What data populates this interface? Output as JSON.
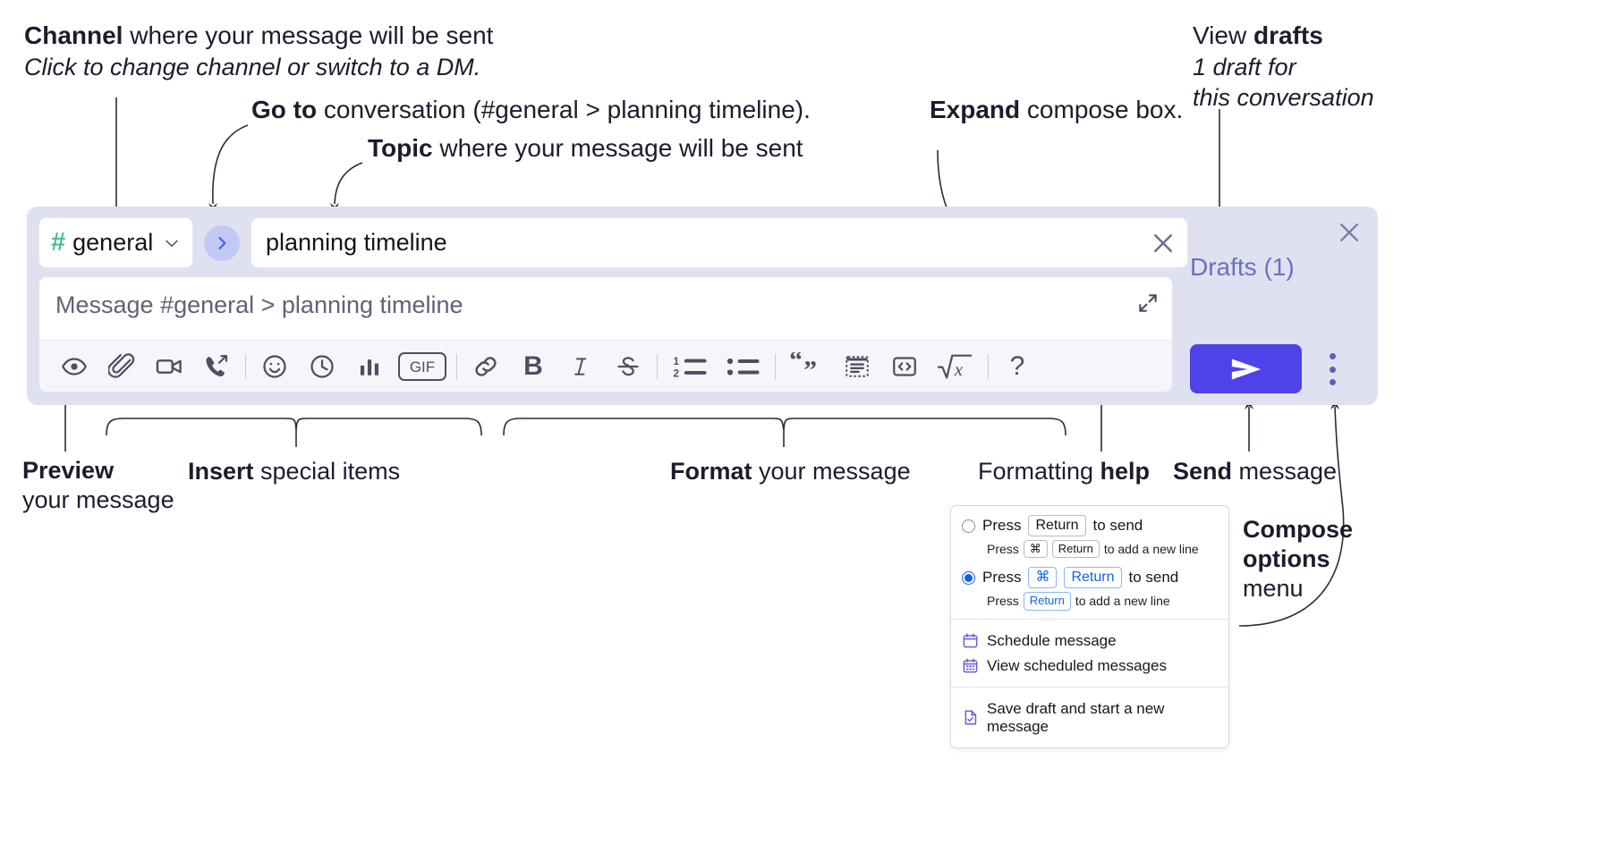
{
  "annotations": {
    "channel": {
      "bold": "Channel",
      "rest": " where your message will be sent",
      "italic": "Click to change channel or switch to a DM."
    },
    "goto": {
      "bold": "Go to",
      "rest": " conversation (#general > planning timeline)."
    },
    "topic": {
      "bold": "Topic",
      "rest": " where your message will be sent"
    },
    "expand": {
      "bold": "Expand",
      "rest": " compose box."
    },
    "drafts": {
      "pre": "View ",
      "bold": "drafts",
      "italic1": "1 draft for",
      "italic2": "this conversation"
    },
    "preview": {
      "bold": "Preview",
      "rest": "your message"
    },
    "insert": {
      "bold": "Insert",
      "rest": " special items"
    },
    "format": {
      "bold": "Format",
      "rest": " your message"
    },
    "formatting_help": {
      "pre": "Formatting ",
      "bold": "help"
    },
    "send": {
      "bold": "Send",
      "rest": " message"
    },
    "compose_options": {
      "bold1": "Compose",
      "bold2": "options",
      "rest": "menu"
    }
  },
  "compose": {
    "channel": {
      "hash": "#",
      "name": "general",
      "chevron_icon": "chevron-down-icon"
    },
    "goto_icon": "chevron-right-icon",
    "topic": {
      "value": "planning timeline",
      "clear_icon": "close-icon"
    },
    "message": {
      "placeholder": "Message #general > planning timeline",
      "value": ""
    },
    "expand_icon": "expand-icon",
    "panel_close_icon": "close-icon",
    "drafts_link": "Drafts (1)",
    "send_icon": "send-paper-plane-icon",
    "options_icon": "vertical-dots-icon",
    "toolbar": [
      {
        "name": "preview-message",
        "icon": "eye-icon",
        "label": ""
      },
      {
        "name": "attach-file",
        "icon": "paperclip-icon",
        "label": ""
      },
      {
        "name": "record-video-clip",
        "icon": "video-camera-icon",
        "label": ""
      },
      {
        "name": "record-audio-clip",
        "icon": "phone-forward-icon",
        "label": ""
      },
      {
        "name": "separator-1",
        "icon": "separator",
        "label": ""
      },
      {
        "name": "emoji",
        "icon": "smiley-icon",
        "label": ""
      },
      {
        "name": "schedule-reminder",
        "icon": "clock-icon",
        "label": ""
      },
      {
        "name": "create-poll",
        "icon": "bar-chart-icon",
        "label": ""
      },
      {
        "name": "insert-gif",
        "icon": "gif-icon",
        "label": "GIF"
      },
      {
        "name": "separator-2",
        "icon": "separator",
        "label": ""
      },
      {
        "name": "insert-link",
        "icon": "link-icon",
        "label": ""
      },
      {
        "name": "bold",
        "icon": "bold-icon",
        "label": "B"
      },
      {
        "name": "italic",
        "icon": "italic-icon",
        "label": "I"
      },
      {
        "name": "strikethrough",
        "icon": "strikethrough-icon",
        "label": ""
      },
      {
        "name": "separator-3",
        "icon": "separator",
        "label": ""
      },
      {
        "name": "ordered-list",
        "icon": "ordered-list-icon",
        "label": ""
      },
      {
        "name": "bulleted-list",
        "icon": "bulleted-list-icon",
        "label": ""
      },
      {
        "name": "separator-4",
        "icon": "separator",
        "label": ""
      },
      {
        "name": "blockquote",
        "icon": "blockquote-icon",
        "label": ""
      },
      {
        "name": "code-block",
        "icon": "code-block-icon",
        "label": ""
      },
      {
        "name": "inline-code",
        "icon": "inline-code-icon",
        "label": ""
      },
      {
        "name": "math-expression",
        "icon": "square-root-x-icon",
        "label": ""
      },
      {
        "name": "separator-5",
        "icon": "separator",
        "label": ""
      },
      {
        "name": "formatting-help",
        "icon": "question-mark-icon",
        "label": "?"
      }
    ]
  },
  "options_menu": {
    "radio_options": [
      {
        "selected": false,
        "press": "Press",
        "keys": [
          "Return"
        ],
        "action": "to send",
        "sub_press": "Press",
        "sub_keys": [
          "⌘",
          "Return"
        ],
        "sub_action": "to add a new line"
      },
      {
        "selected": true,
        "press": "Press",
        "keys": [
          "⌘",
          "Return"
        ],
        "action": "to send",
        "sub_press": "Press",
        "sub_keys": [
          "Return"
        ],
        "sub_action": "to add a new line"
      }
    ],
    "items": [
      {
        "label": "Schedule message",
        "icon": "calendar-icon"
      },
      {
        "label": "View scheduled messages",
        "icon": "calendar-grid-icon"
      },
      {
        "label": "Save draft and start a new message",
        "icon": "document-check-icon"
      }
    ]
  },
  "colors": {
    "panel_bg": "#dfe1f0",
    "send_blue": "#4d43e8",
    "hash_green": "#4bbf8a",
    "goto_circle": "#c3c8f5",
    "drafts_purple": "#6b6fc4",
    "menu_icon_purple": "#6b5fd6",
    "radio_blue": "#1264e0"
  }
}
